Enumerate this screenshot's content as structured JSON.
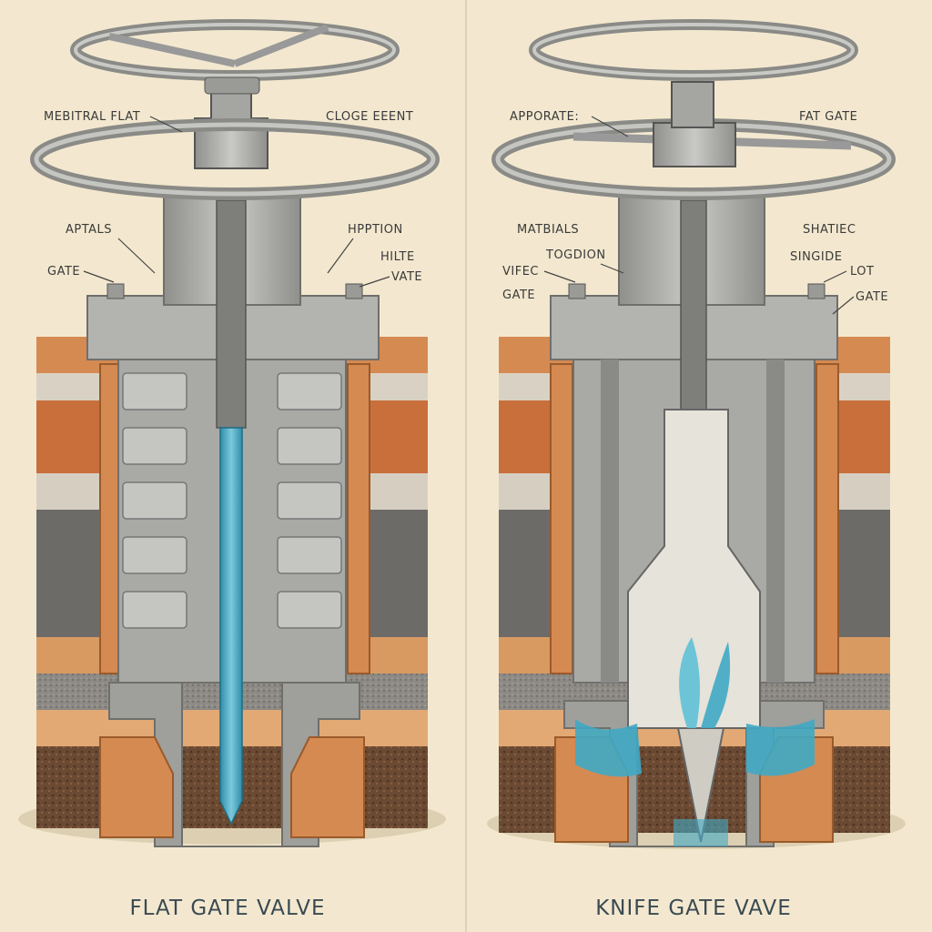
{
  "panels": [
    {
      "caption": "FLAT GATE VALVE",
      "labels": [
        "MEBITRAL FLAT",
        "CLOGE EEENT",
        "APTALS",
        "GATE",
        "HPPTION",
        "HILTE",
        "VATE"
      ]
    },
    {
      "caption": "KNIFE GATE VAVE",
      "labels": [
        "APPORATE:",
        "FAT GATE",
        "MATBIALS",
        "TOGDION",
        "VIFEC",
        "GATE",
        "SHATIEC",
        "SINGIDE",
        "LOT",
        "GATE"
      ]
    }
  ],
  "colors": {
    "background": "#f3e8cf",
    "metal": "#b9b9b6",
    "metal_dark": "#8c8c89",
    "copper": "#d58a52",
    "water": "#3fa9c4",
    "soil": "#6b4a33"
  }
}
